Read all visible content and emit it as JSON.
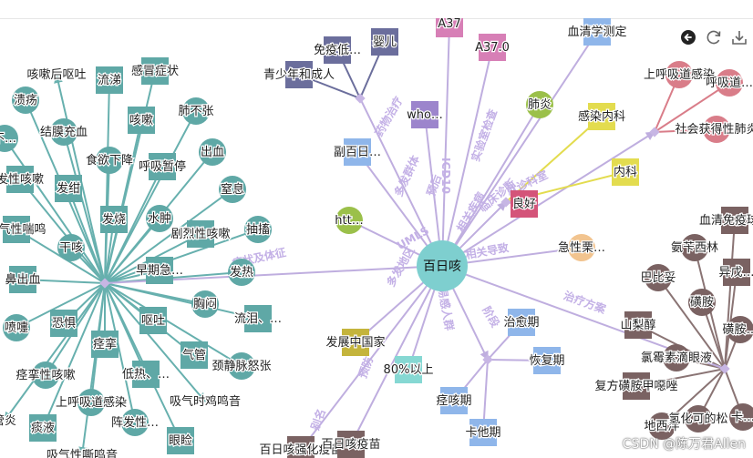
{
  "colors": {
    "teal": "#5fa8a6",
    "teal_edge": "#67b0ae",
    "lav": "#c7b6e4",
    "lav_edge": "#bfaedf",
    "pink": "#d97d89",
    "brown": "#7a6262",
    "brown_edge": "#8a7474",
    "blue": "#8fb6ea",
    "olive": "#c4b43c",
    "yellow": "#e3dc4f",
    "green": "#9bc04a",
    "navy": "#6b6e9c",
    "center": "#7ecfcf",
    "magenta": "#d77fb6",
    "purple": "#9c85cc",
    "crimson": "#d45479",
    "peach": "#f2c48f",
    "mint": "#86d8d3",
    "gray_sq": "#a9b3a9"
  },
  "toolbar": {
    "items": [
      "undo-icon",
      "refresh-icon",
      "download-icon"
    ]
  },
  "watermark": "CSDN @陈万君Allen",
  "nodes": [
    {
      "id": "c",
      "label": "百日咳",
      "shape": "circle",
      "color": "center",
      "text_inside": true
    },
    {
      "id": "t0",
      "label": "咳嗽后呕吐",
      "shape": "none",
      "color": "teal"
    },
    {
      "id": "t1",
      "label": "流涕",
      "shape": "square",
      "color": "teal"
    },
    {
      "id": "t2",
      "label": "感冒症状",
      "shape": "square",
      "color": "teal"
    },
    {
      "id": "t3",
      "label": "溃疡",
      "shape": "circle",
      "color": "teal"
    },
    {
      "id": "t4",
      "label": "结膜充血",
      "shape": "circle",
      "color": "teal"
    },
    {
      "id": "t5",
      "label": "咳嗽",
      "shape": "square",
      "color": "teal"
    },
    {
      "id": "t6",
      "label": "肺不张",
      "shape": "circle",
      "color": "teal"
    },
    {
      "id": "t7",
      "label": "不…",
      "shape": "circle",
      "color": "teal"
    },
    {
      "id": "t8",
      "label": "食欲下降",
      "shape": "circle",
      "color": "teal"
    },
    {
      "id": "t9",
      "label": "呼吸暂停",
      "shape": "square",
      "color": "teal"
    },
    {
      "id": "t10",
      "label": "出血",
      "shape": "circle",
      "color": "teal"
    },
    {
      "id": "t11",
      "label": "发性咳嗽",
      "shape": "square",
      "color": "teal"
    },
    {
      "id": "t12",
      "label": "发绀",
      "shape": "square",
      "color": "teal"
    },
    {
      "id": "t13",
      "label": "窒息",
      "shape": "circle",
      "color": "teal"
    },
    {
      "id": "t14",
      "label": "发烧",
      "shape": "square",
      "color": "teal"
    },
    {
      "id": "t15",
      "label": "水肿",
      "shape": "circle",
      "color": "teal"
    },
    {
      "id": "t16",
      "label": "吸气性喘鸣",
      "shape": "square",
      "color": "teal"
    },
    {
      "id": "t17",
      "label": "剧烈性咳嗽",
      "shape": "square",
      "color": "teal"
    },
    {
      "id": "t18",
      "label": "抽搐",
      "shape": "circle",
      "color": "teal"
    },
    {
      "id": "t19",
      "label": "干咳",
      "shape": "circle",
      "color": "teal"
    },
    {
      "id": "t20",
      "label": "早期急…",
      "shape": "square",
      "color": "teal"
    },
    {
      "id": "t21",
      "label": "发热",
      "shape": "circle",
      "color": "teal"
    },
    {
      "id": "t22",
      "label": "鼻出血",
      "shape": "square",
      "color": "teal"
    },
    {
      "id": "t23",
      "label": "胸闷",
      "shape": "circle",
      "color": "teal"
    },
    {
      "id": "t24",
      "label": "喷嚏",
      "shape": "circle",
      "color": "teal"
    },
    {
      "id": "t25",
      "label": "恐惧",
      "shape": "square",
      "color": "teal"
    },
    {
      "id": "t26",
      "label": "呕吐",
      "shape": "square",
      "color": "teal"
    },
    {
      "id": "t27",
      "label": "流泪、…",
      "shape": "square",
      "color": "teal"
    },
    {
      "id": "t28",
      "label": "痉挛",
      "shape": "square",
      "color": "teal"
    },
    {
      "id": "t29",
      "label": "气管",
      "shape": "square",
      "color": "teal"
    },
    {
      "id": "t30",
      "label": "痉挛性咳嗽",
      "shape": "circle",
      "color": "teal"
    },
    {
      "id": "t31",
      "label": "低热、…",
      "shape": "square",
      "color": "teal"
    },
    {
      "id": "t32",
      "label": "颈静脉怒张",
      "shape": "circle",
      "color": "teal"
    },
    {
      "id": "t33",
      "label": "上呼吸道感染",
      "shape": "circle",
      "color": "teal"
    },
    {
      "id": "t34",
      "label": "吸气时鸡鸣音",
      "shape": "none",
      "color": "teal"
    },
    {
      "id": "t35",
      "label": "管炎",
      "shape": "none",
      "color": "teal"
    },
    {
      "id": "t36",
      "label": "痰液",
      "shape": "square",
      "color": "teal"
    },
    {
      "id": "t37",
      "label": "阵发性…",
      "shape": "circle",
      "color": "teal"
    },
    {
      "id": "t38",
      "label": "眼睑",
      "shape": "square",
      "color": "teal"
    },
    {
      "id": "t39",
      "label": "吸气性嘶鸣音",
      "shape": "none",
      "color": "teal"
    },
    {
      "id": "r0",
      "label": "A37",
      "shape": "square",
      "color": "magenta"
    },
    {
      "id": "r1",
      "label": "A37.0",
      "shape": "square",
      "color": "magenta"
    },
    {
      "id": "r2",
      "label": "血清学测定",
      "shape": "square",
      "color": "blue"
    },
    {
      "id": "r3",
      "label": "免疫低…",
      "shape": "square",
      "color": "navy"
    },
    {
      "id": "r4",
      "label": "婴儿",
      "shape": "square",
      "color": "navy"
    },
    {
      "id": "r5",
      "label": "青少年和成人",
      "shape": "square",
      "color": "navy"
    },
    {
      "id": "r6",
      "label": "who…",
      "shape": "square",
      "color": "purple"
    },
    {
      "id": "r7",
      "label": "肺炎",
      "shape": "circle",
      "color": "green"
    },
    {
      "id": "r8",
      "label": "感染内科",
      "shape": "square",
      "color": "yellow"
    },
    {
      "id": "r9",
      "label": "内科",
      "shape": "square",
      "color": "yellow"
    },
    {
      "id": "r10",
      "label": "上呼吸道感染",
      "shape": "circle",
      "color": "pink"
    },
    {
      "id": "r11",
      "label": "呼吸道…",
      "shape": "circle",
      "color": "pink"
    },
    {
      "id": "r12",
      "label": "社会获得性肺炎",
      "shape": "circle",
      "color": "pink"
    },
    {
      "id": "r13",
      "label": "副百日…",
      "shape": "square",
      "color": "blue"
    },
    {
      "id": "r14",
      "label": "良好",
      "shape": "square",
      "color": "crimson"
    },
    {
      "id": "r15",
      "label": "htt…",
      "shape": "circle",
      "color": "green"
    },
    {
      "id": "r16",
      "label": "急性栗…",
      "shape": "circle",
      "color": "peach"
    },
    {
      "id": "r17",
      "label": "治愈期",
      "shape": "square",
      "color": "blue"
    },
    {
      "id": "r18",
      "label": "恢复期",
      "shape": "square",
      "color": "blue"
    },
    {
      "id": "r19",
      "label": "发展中国家",
      "shape": "square",
      "color": "olive"
    },
    {
      "id": "r20",
      "label": "80%以上",
      "shape": "square",
      "color": "mint"
    },
    {
      "id": "r21",
      "label": "痉咳期",
      "shape": "square",
      "color": "blue"
    },
    {
      "id": "r22",
      "label": "卡他期",
      "shape": "square",
      "color": "blue"
    },
    {
      "id": "r23",
      "label": "百日咳强化疫苗",
      "shape": "square",
      "color": "brown"
    },
    {
      "id": "r24",
      "label": "百日咳疫苗",
      "shape": "square",
      "color": "brown"
    },
    {
      "id": "b0",
      "label": "血清免疫球…",
      "shape": "square",
      "color": "brown"
    },
    {
      "id": "b1",
      "label": "氨苄西林",
      "shape": "circle",
      "color": "brown"
    },
    {
      "id": "b2",
      "label": "异戊…",
      "shape": "square",
      "color": "brown"
    },
    {
      "id": "b3",
      "label": "巴比妥",
      "shape": "circle",
      "color": "brown"
    },
    {
      "id": "b4",
      "label": "磺胺",
      "shape": "circle",
      "color": "brown"
    },
    {
      "id": "b5",
      "label": "磺胺…",
      "shape": "circle",
      "color": "brown"
    },
    {
      "id": "b6",
      "label": "山梨醇",
      "shape": "square",
      "color": "brown"
    },
    {
      "id": "b7",
      "label": "氯霉素滴眼液",
      "shape": "circle",
      "color": "brown"
    },
    {
      "id": "b8",
      "label": "复方磺胺甲噁唑",
      "shape": "square",
      "color": "brown"
    },
    {
      "id": "b9",
      "label": "地西泮",
      "shape": "circle",
      "color": "brown"
    },
    {
      "id": "b10",
      "label": "氢化可的松",
      "shape": "circle",
      "color": "brown"
    },
    {
      "id": "b11",
      "label": "卡…",
      "shape": "circle",
      "color": "brown"
    }
  ],
  "hubs": [
    {
      "id": "hubL"
    },
    {
      "id": "hubR"
    },
    {
      "id": "hubTop"
    },
    {
      "id": "hubRight1"
    },
    {
      "id": "hubPink"
    },
    {
      "id": "hubBot"
    }
  ],
  "edge_labels": [
    "症状及体征",
    "药物治疗",
    "多发群体",
    "实验室检查",
    "相关疾病",
    "就诊科室",
    "临床诊断",
    "相关导致",
    "多发地区",
    "治疗方案",
    "阶段",
    "易感人群",
    "预防",
    "UMLS",
    "ICD10",
    "预后",
    "别名"
  ]
}
